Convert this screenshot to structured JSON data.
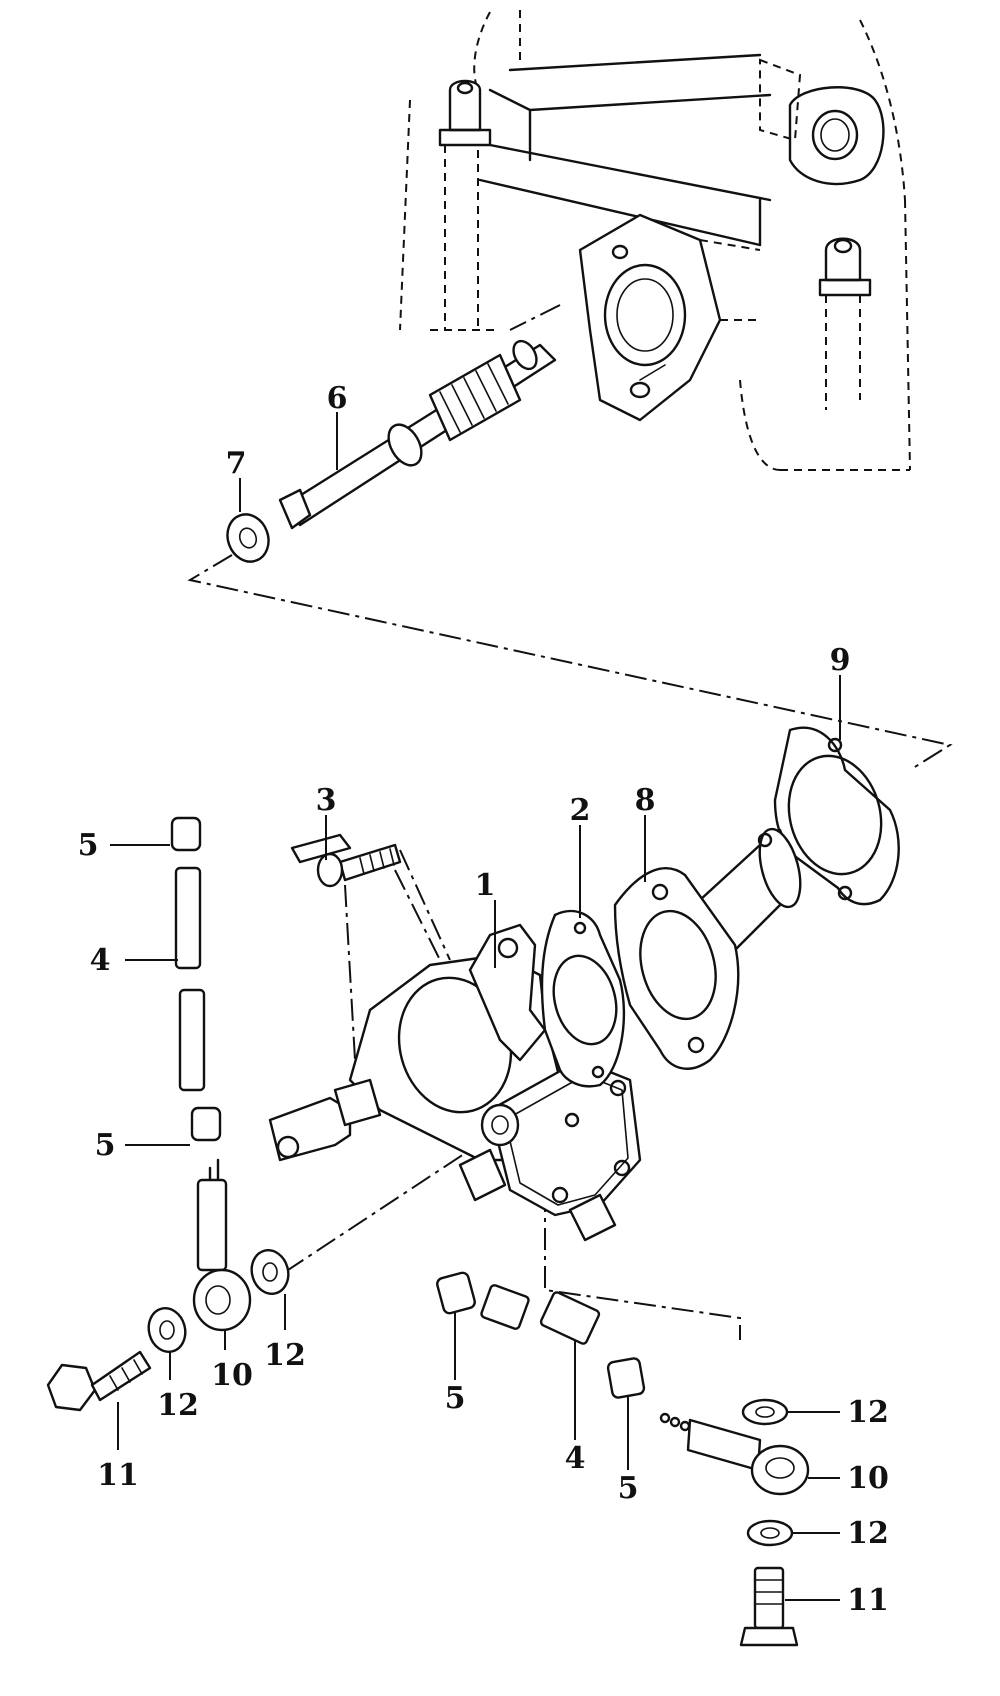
{
  "callouts": [
    {
      "id": "c1",
      "label": "1"
    },
    {
      "id": "c2",
      "label": "2"
    },
    {
      "id": "c3",
      "label": "3"
    },
    {
      "id": "c4a",
      "label": "4"
    },
    {
      "id": "c4b",
      "label": "4"
    },
    {
      "id": "c5a",
      "label": "5"
    },
    {
      "id": "c5b",
      "label": "5"
    },
    {
      "id": "c5c",
      "label": "5"
    },
    {
      "id": "c5d",
      "label": "5"
    },
    {
      "id": "c6",
      "label": "6"
    },
    {
      "id": "c7",
      "label": "7"
    },
    {
      "id": "c8",
      "label": "8"
    },
    {
      "id": "c9",
      "label": "9"
    },
    {
      "id": "c10a",
      "label": "10"
    },
    {
      "id": "c10b",
      "label": "10"
    },
    {
      "id": "c11a",
      "label": "11"
    },
    {
      "id": "c11b",
      "label": "11"
    },
    {
      "id": "c12a",
      "label": "12"
    },
    {
      "id": "c12b",
      "label": "12"
    },
    {
      "id": "c12c",
      "label": "12"
    },
    {
      "id": "c12d",
      "label": "12"
    }
  ]
}
